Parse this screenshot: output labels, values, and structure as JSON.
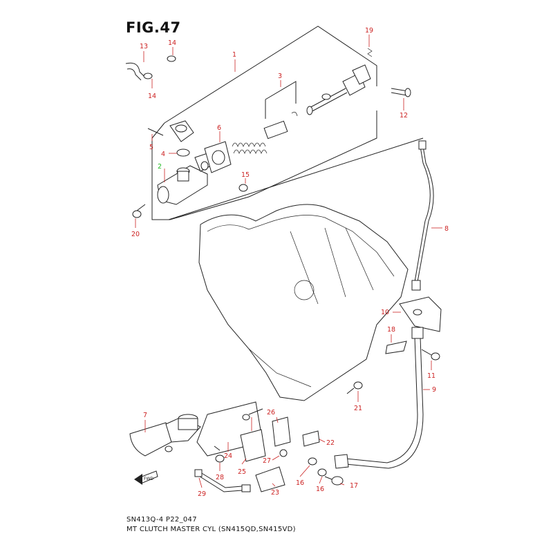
{
  "figure": {
    "title": "FIG.47",
    "code": "SN413Q-4 P22_047",
    "description": "MT CLUTCH MASTER CYL (SN415QD,SN415VD)",
    "fwd_label": "FWD"
  },
  "colors": {
    "callout": "#cc2222",
    "highlight": "#22bb22",
    "line": "#222222"
  },
  "callouts": [
    {
      "id": "c1",
      "label": "1"
    },
    {
      "id": "c2",
      "label": "2",
      "highlight": true
    },
    {
      "id": "c3",
      "label": "3"
    },
    {
      "id": "c4",
      "label": "4"
    },
    {
      "id": "c5",
      "label": "5"
    },
    {
      "id": "c6",
      "label": "6"
    },
    {
      "id": "c7",
      "label": "7"
    },
    {
      "id": "c8",
      "label": "8"
    },
    {
      "id": "c9",
      "label": "9"
    },
    {
      "id": "c10",
      "label": "10"
    },
    {
      "id": "c11",
      "label": "11"
    },
    {
      "id": "c12",
      "label": "12"
    },
    {
      "id": "c13",
      "label": "13"
    },
    {
      "id": "c14a",
      "label": "14"
    },
    {
      "id": "c14b",
      "label": "14"
    },
    {
      "id": "c15",
      "label": "15"
    },
    {
      "id": "c16a",
      "label": "16"
    },
    {
      "id": "c16b",
      "label": "16"
    },
    {
      "id": "c17",
      "label": "17"
    },
    {
      "id": "c18",
      "label": "18"
    },
    {
      "id": "c19",
      "label": "19"
    },
    {
      "id": "c20",
      "label": "20"
    },
    {
      "id": "c21",
      "label": "21"
    },
    {
      "id": "c22",
      "label": "22"
    },
    {
      "id": "c23",
      "label": "23"
    },
    {
      "id": "c24",
      "label": "24"
    },
    {
      "id": "c25",
      "label": "25"
    },
    {
      "id": "c26",
      "label": "26"
    },
    {
      "id": "c27",
      "label": "27"
    },
    {
      "id": "c28",
      "label": "28"
    },
    {
      "id": "c29",
      "label": "29"
    }
  ]
}
